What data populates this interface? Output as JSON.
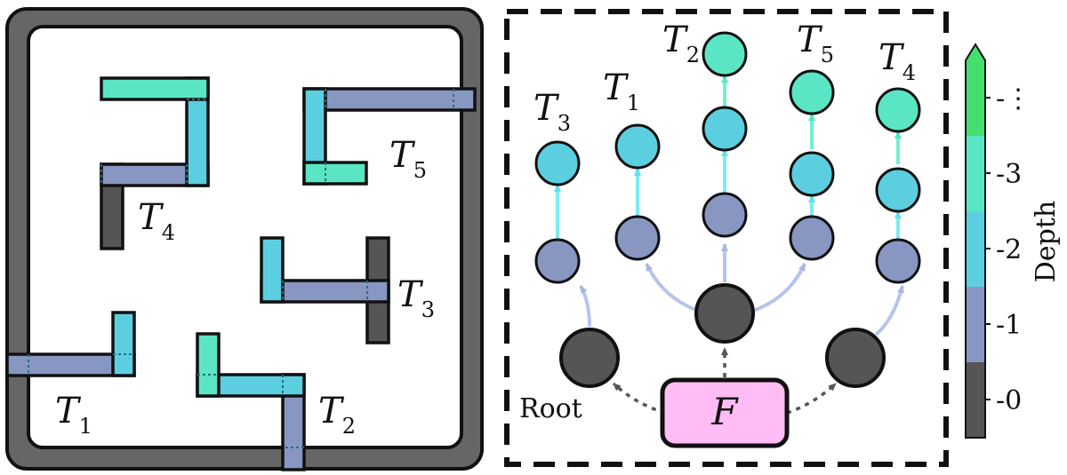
{
  "colors": {
    "depth0": "#555555",
    "depth1": "#8797C2",
    "depth2": "#5BCFE0",
    "depth3": "#5AE6C4",
    "depth_more": "#46DE6E",
    "frame": "#666666",
    "factory_fill": "#FFBCF5",
    "edge1": "#B5C4EC",
    "edge2": "#7DEBEF",
    "edge3": "#6FF1CF"
  },
  "left_panel": {
    "labels": {
      "t1": {
        "main": "T",
        "sub": "1"
      },
      "t2": {
        "main": "T",
        "sub": "2"
      },
      "t3": {
        "main": "T",
        "sub": "3"
      },
      "t4": {
        "main": "T",
        "sub": "4"
      },
      "t5": {
        "main": "T",
        "sub": "5"
      }
    }
  },
  "tree": {
    "root_label": "Root",
    "factory_label": "F",
    "leaf_labels": {
      "t3": {
        "main": "T",
        "sub": "3"
      },
      "t1": {
        "main": "T",
        "sub": "1"
      },
      "t2": {
        "main": "T",
        "sub": "2"
      },
      "t5": {
        "main": "T",
        "sub": "5"
      },
      "t4": {
        "main": "T",
        "sub": "4"
      }
    }
  },
  "colorbar": {
    "title": "Depth",
    "ticks": [
      "0",
      "1",
      "2",
      "3",
      "⋮"
    ]
  }
}
